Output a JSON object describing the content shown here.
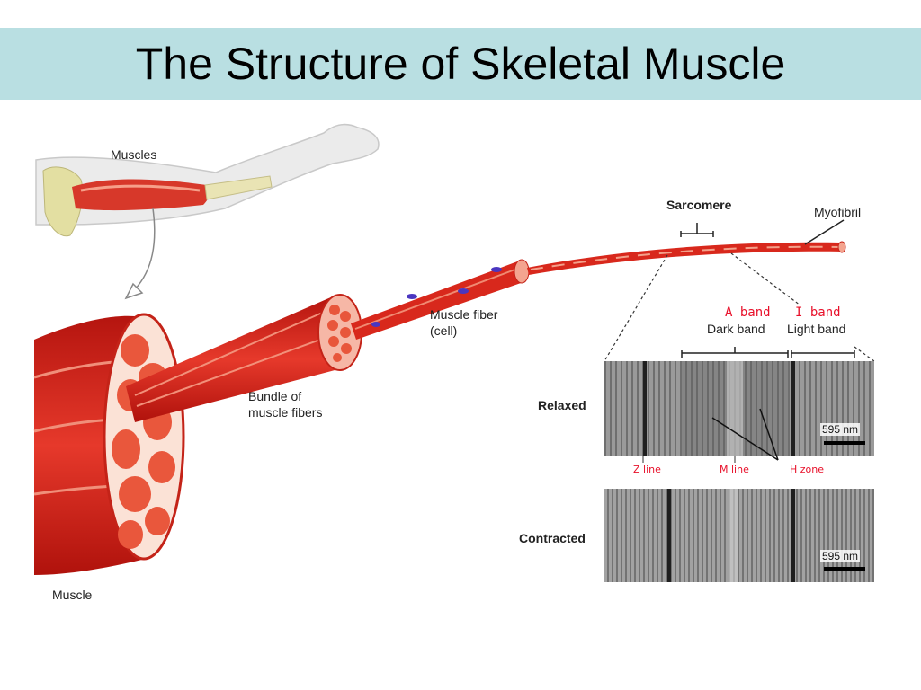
{
  "title": "The Structure of Skeletal Muscle",
  "labels": {
    "muscles": "Muscles",
    "muscle": "Muscle",
    "bundle_line1": "Bundle of",
    "bundle_line2": "muscle fibers",
    "fiber_line1": "Muscle fiber",
    "fiber_line2": "(cell)",
    "sarcomere": "Sarcomere",
    "myofibril": "Myofibril",
    "a_band": "A band",
    "i_band": "I band",
    "dark_band": "Dark band",
    "light_band": "Light band",
    "relaxed": "Relaxed",
    "contracted": "Contracted",
    "scale_relaxed": "595 nm",
    "scale_contracted": "595 nm",
    "z_line": "Z line",
    "m_line": "M line",
    "h_zone": "H zone"
  },
  "colors": {
    "title_bar": "#b9dfe2",
    "muscle_red": "#d9261c",
    "muscle_light": "#f07a5e",
    "label_red": "#e8102a"
  }
}
